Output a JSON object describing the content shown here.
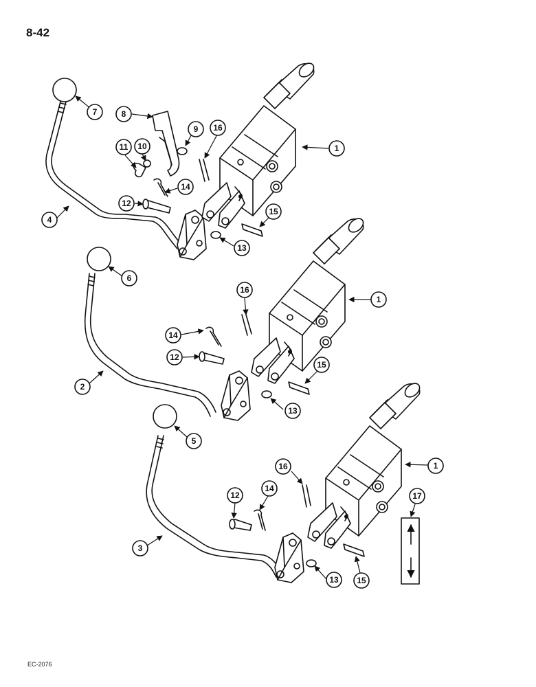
{
  "page": {
    "number": "8-42",
    "figure_code": "EC-2076"
  },
  "callouts": {
    "c1a": "1",
    "c1b": "1",
    "c1c": "1",
    "c2": "2",
    "c3": "3",
    "c4": "4",
    "c5": "5",
    "c6": "6",
    "c7": "7",
    "c8": "8",
    "c9": "9",
    "c10": "10",
    "c11": "11",
    "c12a": "12",
    "c12b": "12",
    "c12c": "12",
    "c13a": "13",
    "c13b": "13",
    "c13c": "13",
    "c14a": "14",
    "c14b": "14",
    "c14c": "14",
    "c15a": "15",
    "c15b": "15",
    "c15c": "15",
    "c16a": "16",
    "c16b": "16",
    "c16c": "16",
    "c17": "17"
  },
  "colors": {
    "ink": "#111111",
    "paper": "#ffffff"
  }
}
